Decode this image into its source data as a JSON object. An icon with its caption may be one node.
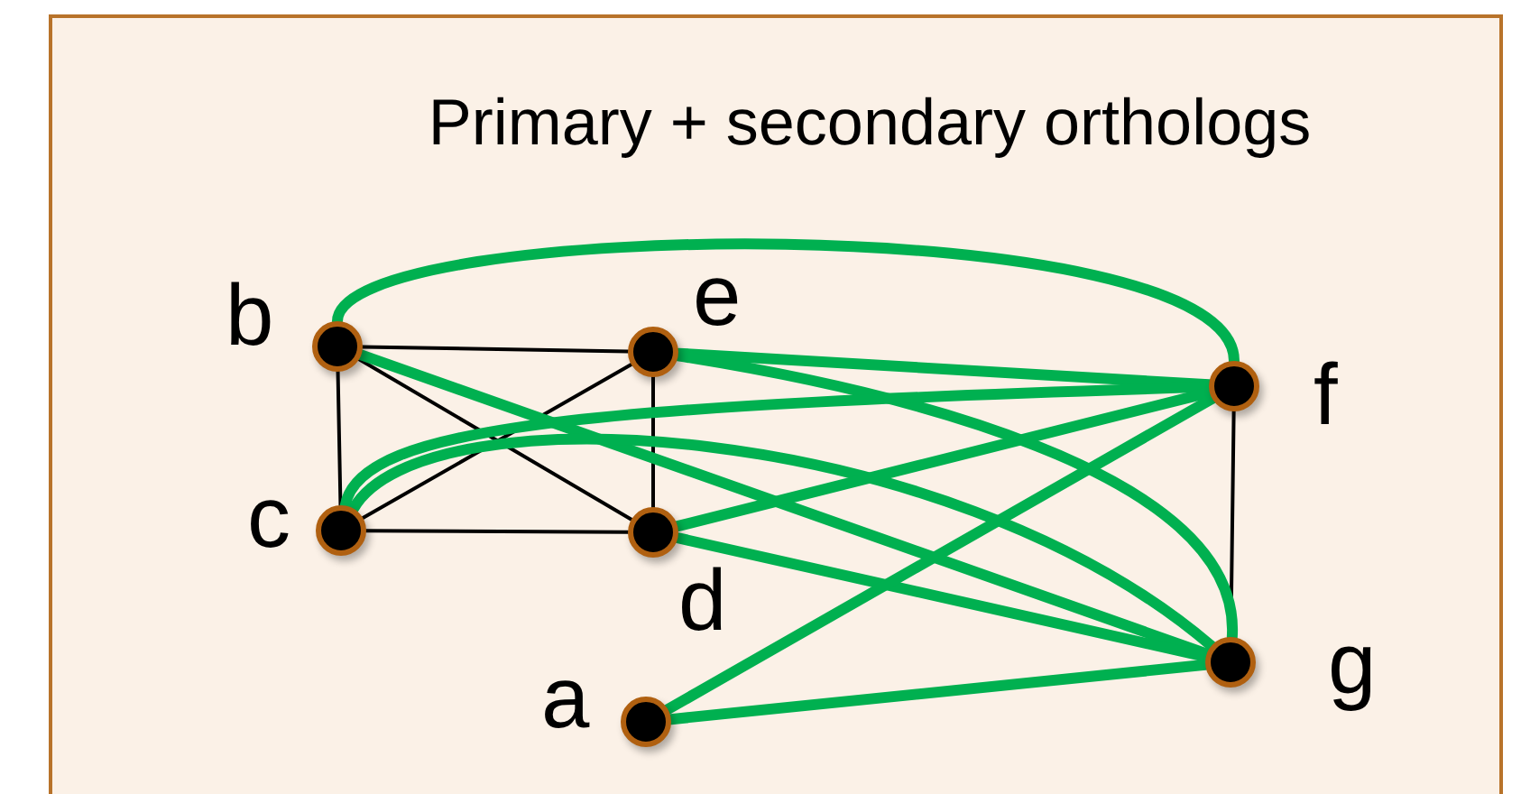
{
  "diagram": {
    "title": "Primary + secondary orthologs",
    "nodes": [
      {
        "text": [],
        "shape": "circle",
        "beside": [
          "b"
        ]
      },
      {
        "text": [],
        "shape": "circle",
        "beside": [
          "e"
        ]
      },
      {
        "text": [],
        "shape": "circle",
        "beside": [
          "f"
        ]
      },
      {
        "text": [],
        "shape": "circle",
        "beside": [
          "c"
        ]
      },
      {
        "text": [],
        "shape": "circle",
        "beside": [
          "d"
        ]
      },
      {
        "text": [],
        "shape": "circle",
        "beside": [
          "g"
        ]
      },
      {
        "text": [],
        "shape": "circle",
        "beside": [
          "a"
        ]
      }
    ],
    "edges": [
      {
        "from": 0,
        "to": 1,
        "arrow": "none",
        "color": "#000000"
      },
      {
        "from": 0,
        "to": 3,
        "arrow": "none",
        "color": "#000000"
      },
      {
        "from": 0,
        "to": 4,
        "arrow": "none",
        "color": "#000000"
      },
      {
        "from": 1,
        "to": 3,
        "arrow": "none",
        "color": "#000000"
      },
      {
        "from": 1,
        "to": 4,
        "arrow": "none",
        "color": "#000000"
      },
      {
        "from": 3,
        "to": 4,
        "arrow": "none",
        "color": "#000000"
      },
      {
        "from": 2,
        "to": 5,
        "arrow": "none",
        "color": "#000000"
      },
      {
        "from": 0,
        "to": 2,
        "arrow": "none"
      },
      {
        "from": 0,
        "to": 5,
        "arrow": "none"
      },
      {
        "from": 1,
        "to": 2,
        "arrow": "none"
      },
      {
        "from": 1,
        "to": 5,
        "arrow": "none"
      },
      {
        "from": 3,
        "to": 2,
        "arrow": "none"
      },
      {
        "from": 3,
        "to": 5,
        "arrow": "none"
      },
      {
        "from": 4,
        "to": 2,
        "arrow": "none"
      },
      {
        "from": 4,
        "to": 5,
        "arrow": "none"
      },
      {
        "from": 6,
        "to": 2,
        "arrow": "none"
      },
      {
        "from": 6,
        "to": 5,
        "arrow": "none"
      }
    ]
  }
}
